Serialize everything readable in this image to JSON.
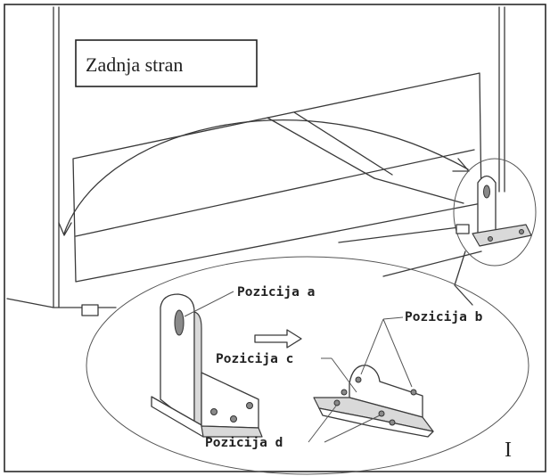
{
  "labels": {
    "back_side": "Zadnja stran",
    "position_a": "Pozicija a",
    "position_b": "Pozicija b",
    "position_c": "Pozicija c",
    "position_d": "Pozicija d",
    "figure_mark": "I"
  }
}
